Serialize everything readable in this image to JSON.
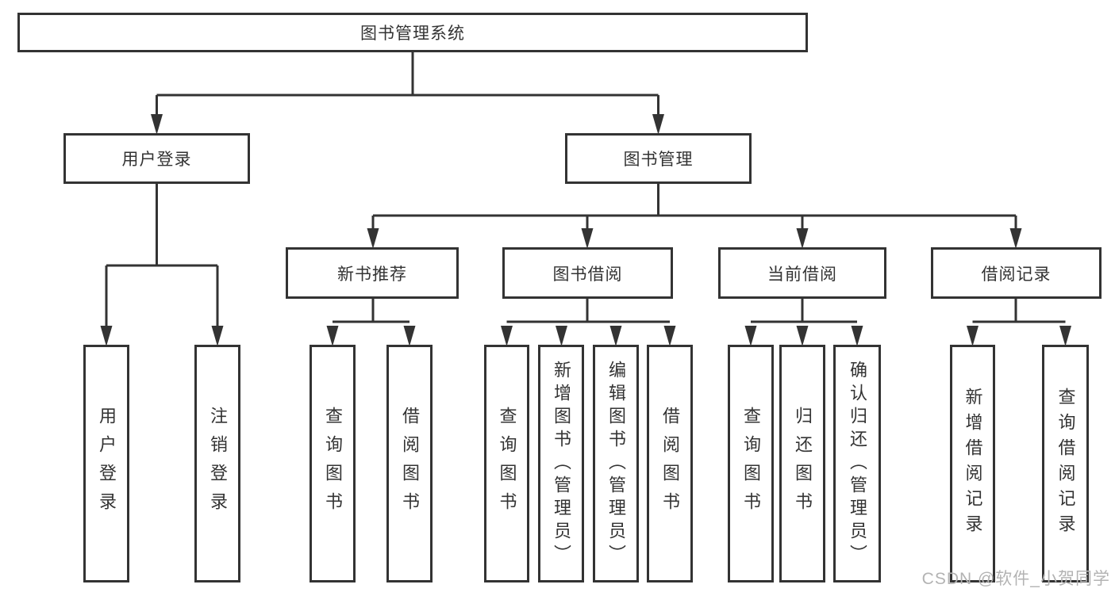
{
  "diagram": {
    "title": "图书管理系统",
    "root": {
      "label": "图书管理系统"
    },
    "level2": [
      {
        "label": "用户登录"
      },
      {
        "label": "图书管理"
      }
    ],
    "level3": [
      {
        "label": "新书推荐"
      },
      {
        "label": "图书借阅"
      },
      {
        "label": "当前借阅"
      },
      {
        "label": "借阅记录"
      }
    ],
    "leaves": {
      "user_login": [
        "用户登录",
        "注销登录"
      ],
      "new_book": [
        "查询图书",
        "借阅图书"
      ],
      "book_borrow": [
        "查询图书",
        "新增图书（管理员）",
        "编辑图书（管理员）",
        "借阅图书"
      ],
      "current_borrow": [
        "查询图书",
        "归还图书",
        "确认归还（管理员）"
      ],
      "borrow_record": [
        "新增借阅记录",
        "查询借阅记录"
      ]
    }
  },
  "watermark": {
    "text": "CSDN @软件_小贺同学"
  },
  "colors": {
    "line": "#333333",
    "text": "#333333",
    "background": "#ffffff",
    "watermark": "#b3b3b3"
  }
}
